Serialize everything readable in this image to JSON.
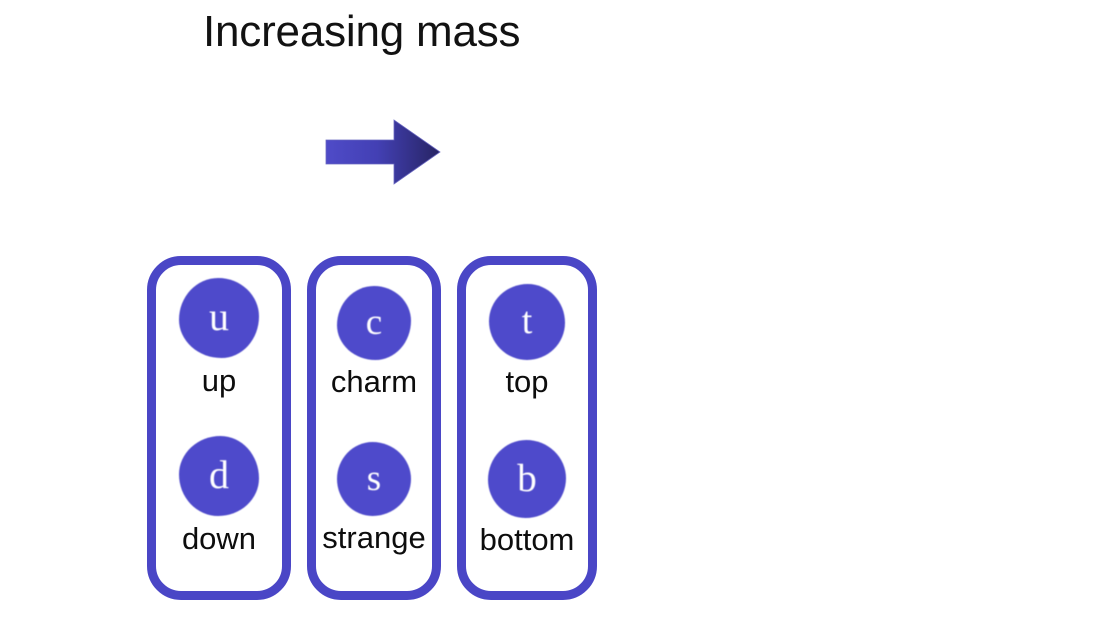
{
  "title": "Increasing mass",
  "arrow": {
    "name": "increasing-mass-arrow",
    "direction": "right",
    "gradient_start": "#4F4BC8",
    "gradient_end": "#272463"
  },
  "colors": {
    "quark_fill": "#4E4ACB",
    "box_border": "#4A46C6",
    "text": "#0d0d0d",
    "background": "#ffffff"
  },
  "generations": [
    {
      "id": "generation-1",
      "quarks": [
        {
          "symbol": "u",
          "label": "up"
        },
        {
          "symbol": "d",
          "label": "down"
        }
      ]
    },
    {
      "id": "generation-2",
      "quarks": [
        {
          "symbol": "c",
          "label": "charm"
        },
        {
          "symbol": "s",
          "label": "strange"
        }
      ]
    },
    {
      "id": "generation-3",
      "quarks": [
        {
          "symbol": "t",
          "label": "top"
        },
        {
          "symbol": "b",
          "label": "bottom"
        }
      ]
    }
  ]
}
